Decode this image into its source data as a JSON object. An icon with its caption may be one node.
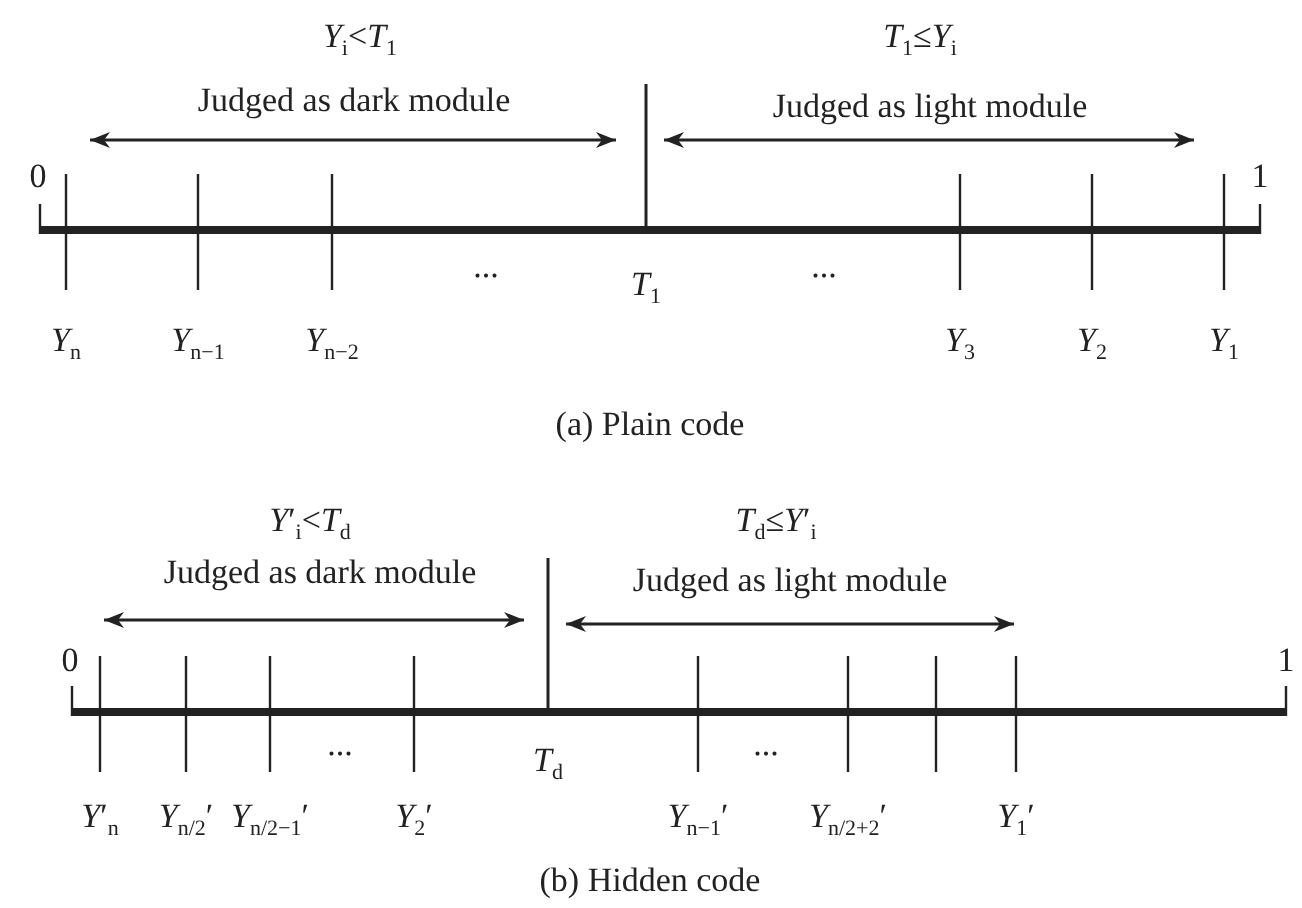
{
  "diagram": {
    "labels": [
      "*Y*$_{i}$<*T*$_{1}$",
      "*T*$_{1}$≤*Y*$_{i}$",
      "Judged as dark module",
      "Judged as light module",
      "0",
      "1",
      "...",
      "*T*$_{1}$",
      "...",
      "*Y*$_{n}$",
      "*Y*$_{n−1}$",
      "*Y*$_{n−2}$",
      "*Y*$_{3}$",
      "*Y*$_{2}$",
      "*Y*$_{1}$",
      "(a) Plain code",
      "*Y*′$_{i}$<*T*$_{d}$",
      "*T*$_{d}$≤*Y*′$_{i}$",
      "Judged as dark module",
      "Judged as light module",
      "0",
      "1",
      "...",
      "*T*$_{d}$",
      "...",
      "*Y*′$_{n}$",
      "*Y*$_{n/2}$′",
      "*Y*$_{n/2−1}$′",
      "*Y*$_{2}$′",
      "*Y*$_{n−1}$′",
      "*Y*$_{n/2+2}$′",
      "*Y*$_{1}$′",
      "(b) Hidden code"
    ]
  }
}
